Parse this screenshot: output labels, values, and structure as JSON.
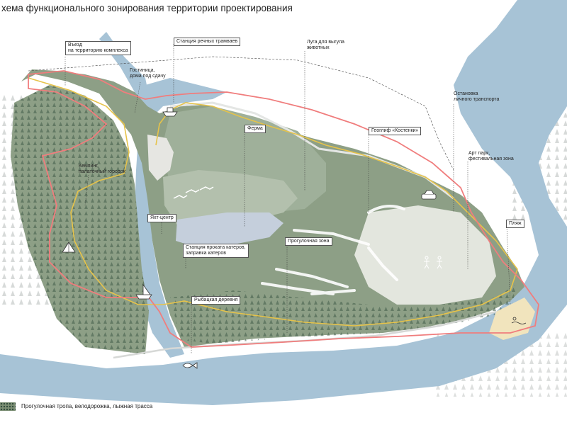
{
  "title": "хема функционального зонирования территории проектирования",
  "labels": {
    "entry": "Въезд\nна территорию комплекса",
    "tram": "Станция речных трамваев",
    "meadow": "Луга для выгула\nживотных",
    "hotel": "Гостиница,\nдома под сдачу",
    "bus_stop": "Остановка\nличного транспорта",
    "farm": "Ферма",
    "geoglyph": "Геоглиф «Костенки»",
    "camping": "Кемпинг,\nпалаточный городок",
    "artpark": "Арт парк,\nфестивальная зона",
    "yacht": "Яхт-центр",
    "beach": "Пляж",
    "boat_rental": "Станция проката катеров,\nзаправка катеров",
    "walk_zone": "Прогулочная зона",
    "fishing": "Рыбацкая деревня"
  },
  "legend": {
    "trail": "Прогулочная тропа, велодорожка, лыжная трасса"
  },
  "colors": {
    "water": "#a7c3d6",
    "forest": "#8d9f86",
    "boundary": "#f07d7d",
    "trail": "#e6c34a",
    "open_area": "#e3e6de",
    "lake": "#c5cfdc",
    "beach": "#f1e4bd"
  },
  "icons": [
    "boat-icon",
    "tent-icon",
    "car-icon",
    "yacht-icon",
    "fish-icon",
    "swimmer-icon",
    "people-icon"
  ]
}
